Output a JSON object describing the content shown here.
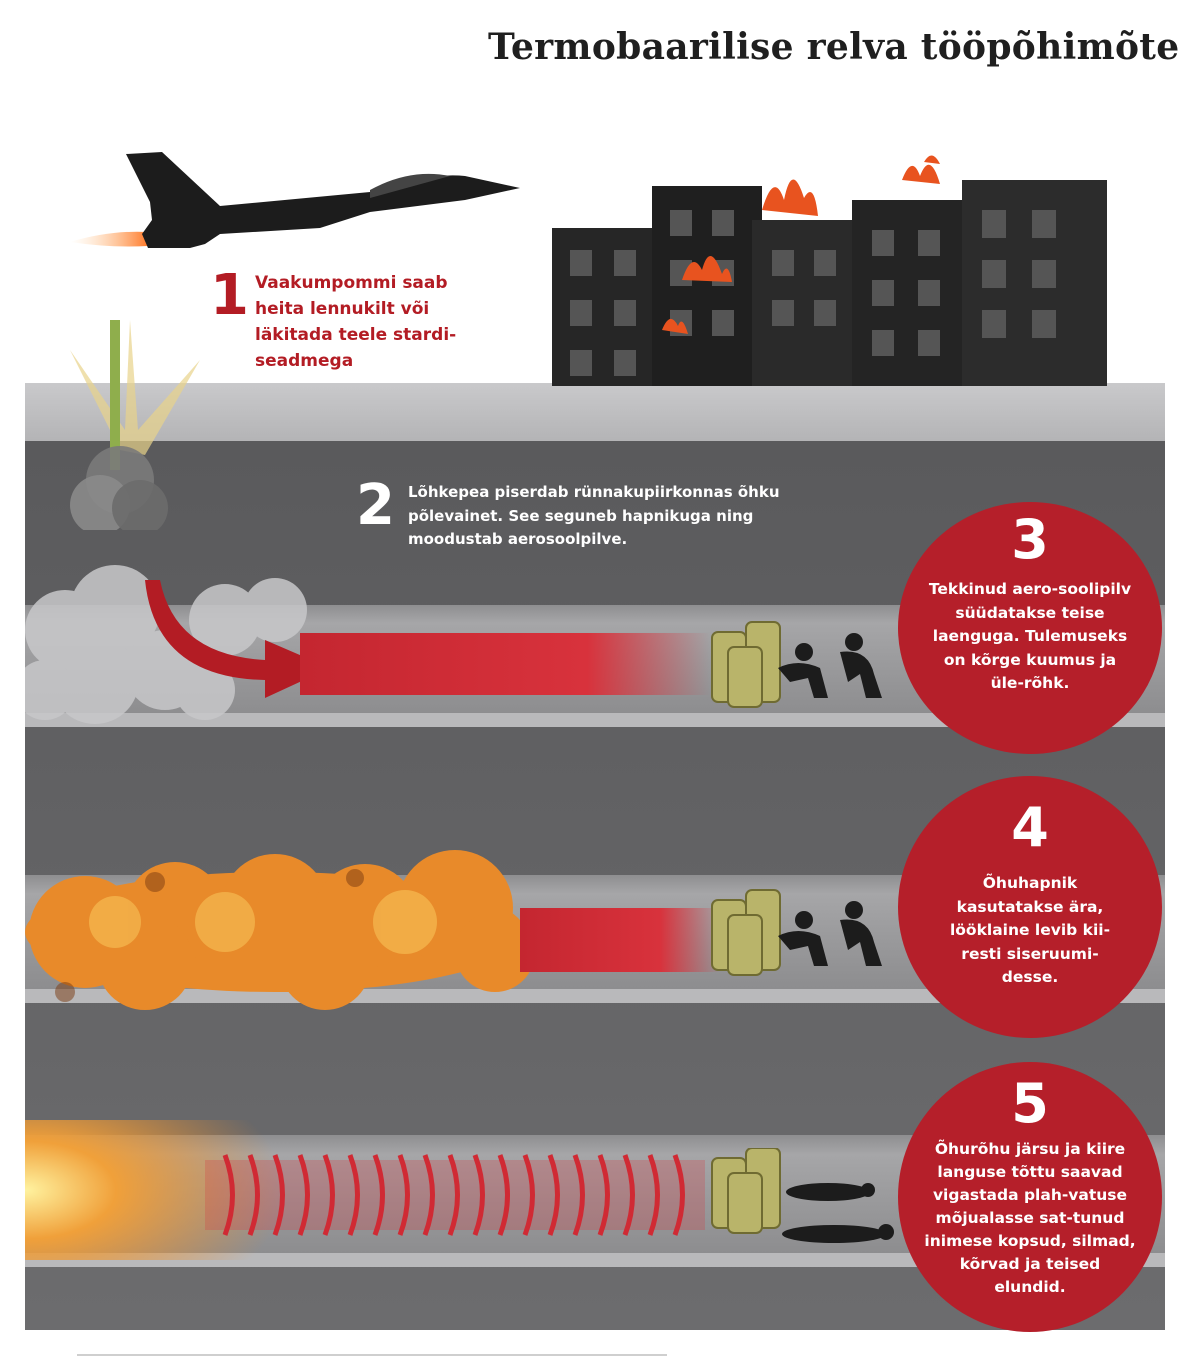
{
  "title": "Termobaarilise relva  tööpõhimõte",
  "steps": [
    {
      "number": "1",
      "text": "Vaakumpommi saab heita lennukilt või läkitada teele stardi-seadmega"
    },
    {
      "number": "2",
      "text": "Lõhkepea piserdab rünnakupiirkonnas õhku põlevainet. See seguneb hapnikuga ning moodustab aerosoolpilve."
    },
    {
      "number": "3",
      "text": "Tekkinud aero-soolipilv süüdatakse teise laenguga. Tulemuseks on kõrge kuumus ja üle-rõhk."
    },
    {
      "number": "4",
      "text": "Õhuhapnik kasutatakse ära, lööklaine levib kii-resti siseruumi-desse."
    },
    {
      "number": "5",
      "text": "Õhurõhu järsu ja kiire languse tõttu saavad vigastada plah-vatuse mõjualasse sat-tunud inimese kopsud, silmad, kõrvad ja teised elundid."
    }
  ],
  "colors": {
    "accent_red": "#b51f2a",
    "dark_gray": "#5f5f61",
    "silhouette": "#1c1c1c",
    "fire": "#e88a2a",
    "barrel": "#b9b46a"
  },
  "icons": [
    "jet-icon",
    "burning-building-icon",
    "missile-icon",
    "barrels-icon",
    "soldier-icon",
    "fire-cloud-icon",
    "shockwave-icon"
  ]
}
